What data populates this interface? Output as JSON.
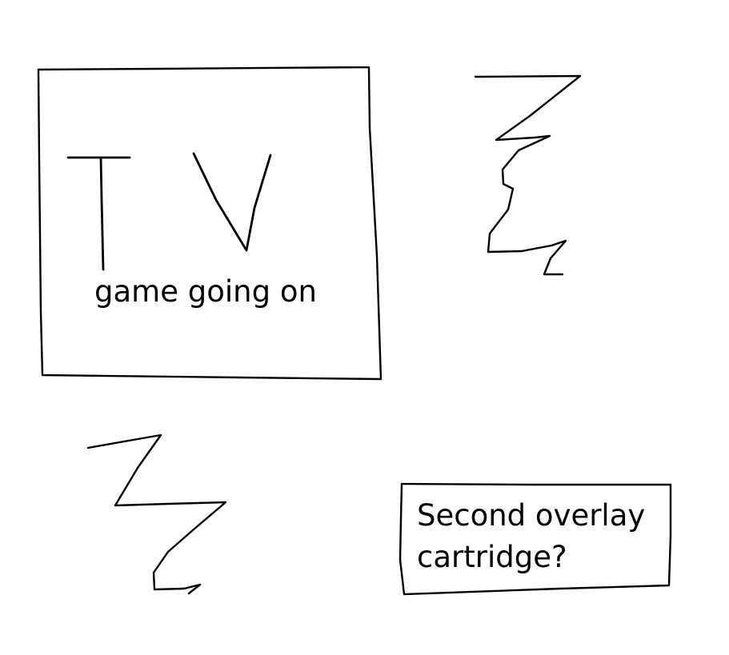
{
  "tv": {
    "letters": "TV",
    "caption": "game going on"
  },
  "note": {
    "line1": "Second overlay",
    "line2": "cartridge?"
  },
  "colors": {
    "ink": "#000000",
    "background": "#ffffff"
  }
}
